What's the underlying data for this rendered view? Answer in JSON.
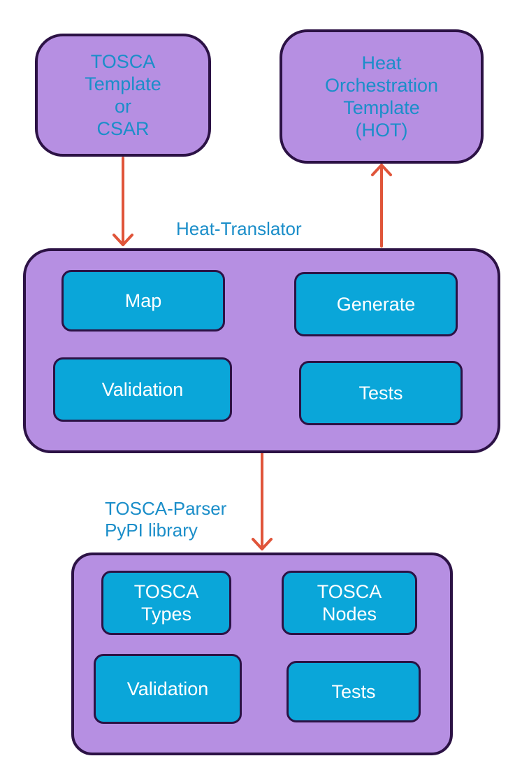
{
  "top_left_box": {
    "lines": [
      "TOSCA",
      "Template",
      "or",
      "CSAR"
    ]
  },
  "top_right_box": {
    "lines": [
      "Heat",
      "Orchestration",
      "Template",
      "(HOT)"
    ]
  },
  "heat_translator": {
    "label": "Heat-Translator",
    "modules": {
      "map": "Map",
      "generate": "Generate",
      "validation": "Validation",
      "tests": "Tests"
    }
  },
  "tosca_parser": {
    "label_lines": [
      "TOSCA-Parser",
      "PyPI library"
    ],
    "modules": {
      "types": [
        "TOSCA",
        "Types"
      ],
      "nodes": [
        "TOSCA",
        "Nodes"
      ],
      "validation": "Validation",
      "tests": "Tests"
    }
  },
  "colors": {
    "container_fill": "#b68fe2",
    "container_border": "#2c1245",
    "module_fill": "#0aa6d9",
    "label_text": "#1b8ec9",
    "arrow": "#e0553a"
  }
}
